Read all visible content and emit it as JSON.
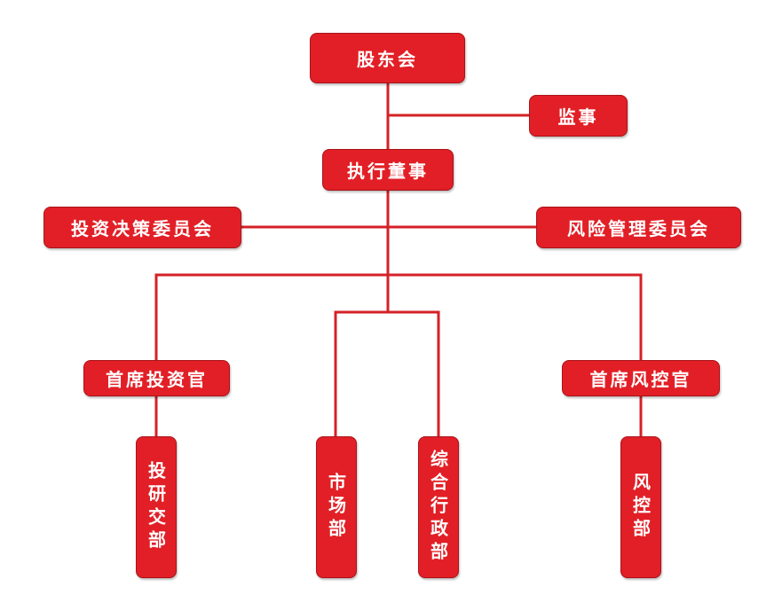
{
  "colors": {
    "node_fill": "#e21f26",
    "node_border": "#a8141a",
    "connector": "#d42127",
    "text": "#ffffff"
  },
  "nodes": {
    "shareholders": "股东会",
    "supervisor": "监事",
    "executive_director": "执行董事",
    "investment_committee": "投资决策委员会",
    "risk_committee": "风险管理委员会",
    "cio": "首席投资官",
    "cro": "首席风控官",
    "research_dept": "投研交部",
    "marketing_dept": "市场部",
    "admin_dept": "综合行政部",
    "risk_dept": "风控部"
  }
}
